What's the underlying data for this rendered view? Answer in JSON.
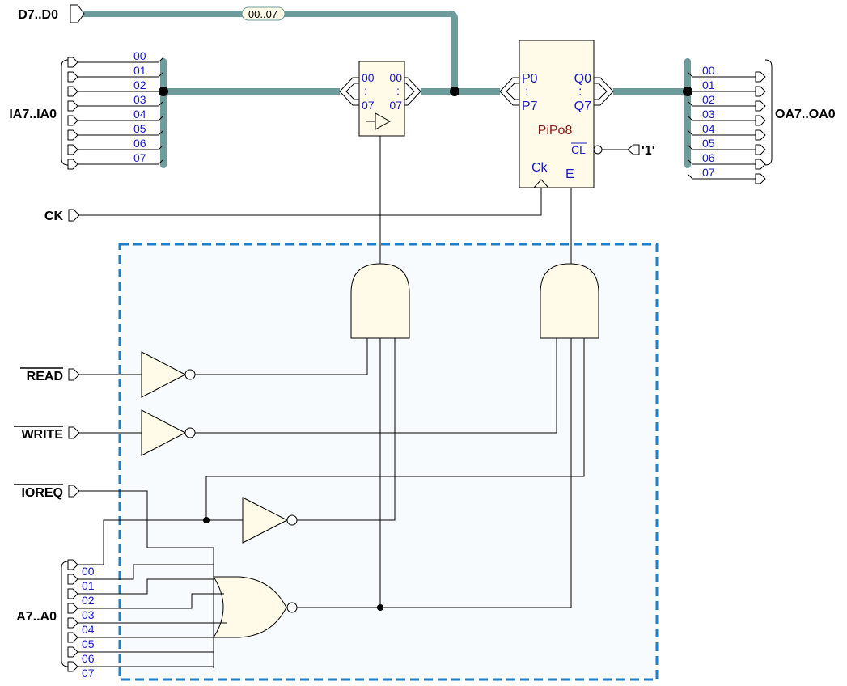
{
  "colors": {
    "bus": "#6e9c9c",
    "wire": "#000000",
    "gate_fill": "#fffbe8",
    "frame": "#1e7ec8",
    "frame_fill": "#f7fbfd",
    "bit_text": "#1a1acc",
    "block_title": "#8b1a1a"
  },
  "pins": {
    "data_bus": "D7..D0",
    "in_bus": "IA7..IA0",
    "out_bus": "OA7..OA0",
    "clock": "CK",
    "read": "READ",
    "write": "WRITE",
    "ioreq": "IOREQ",
    "addr_bus": "A7..A0"
  },
  "bus_tag": "00..07",
  "bits": [
    "00",
    "01",
    "02",
    "03",
    "04",
    "05",
    "06",
    "07"
  ],
  "buffer": {
    "in_top": "00",
    "in_bottom": "07",
    "out_top": "00",
    "out_bottom": "07",
    "dots": ":"
  },
  "register": {
    "name": "PiPo8",
    "p_top": "P0",
    "p_bottom": "P7",
    "q_top": "Q0",
    "q_bottom": "Q7",
    "dots": ":",
    "clear": "CL",
    "clock": "Ck",
    "enable": "E",
    "clear_value": "'1'"
  },
  "gates": [
    "AND",
    "AND",
    "NOT",
    "NOT",
    "NOT",
    "OR"
  ]
}
